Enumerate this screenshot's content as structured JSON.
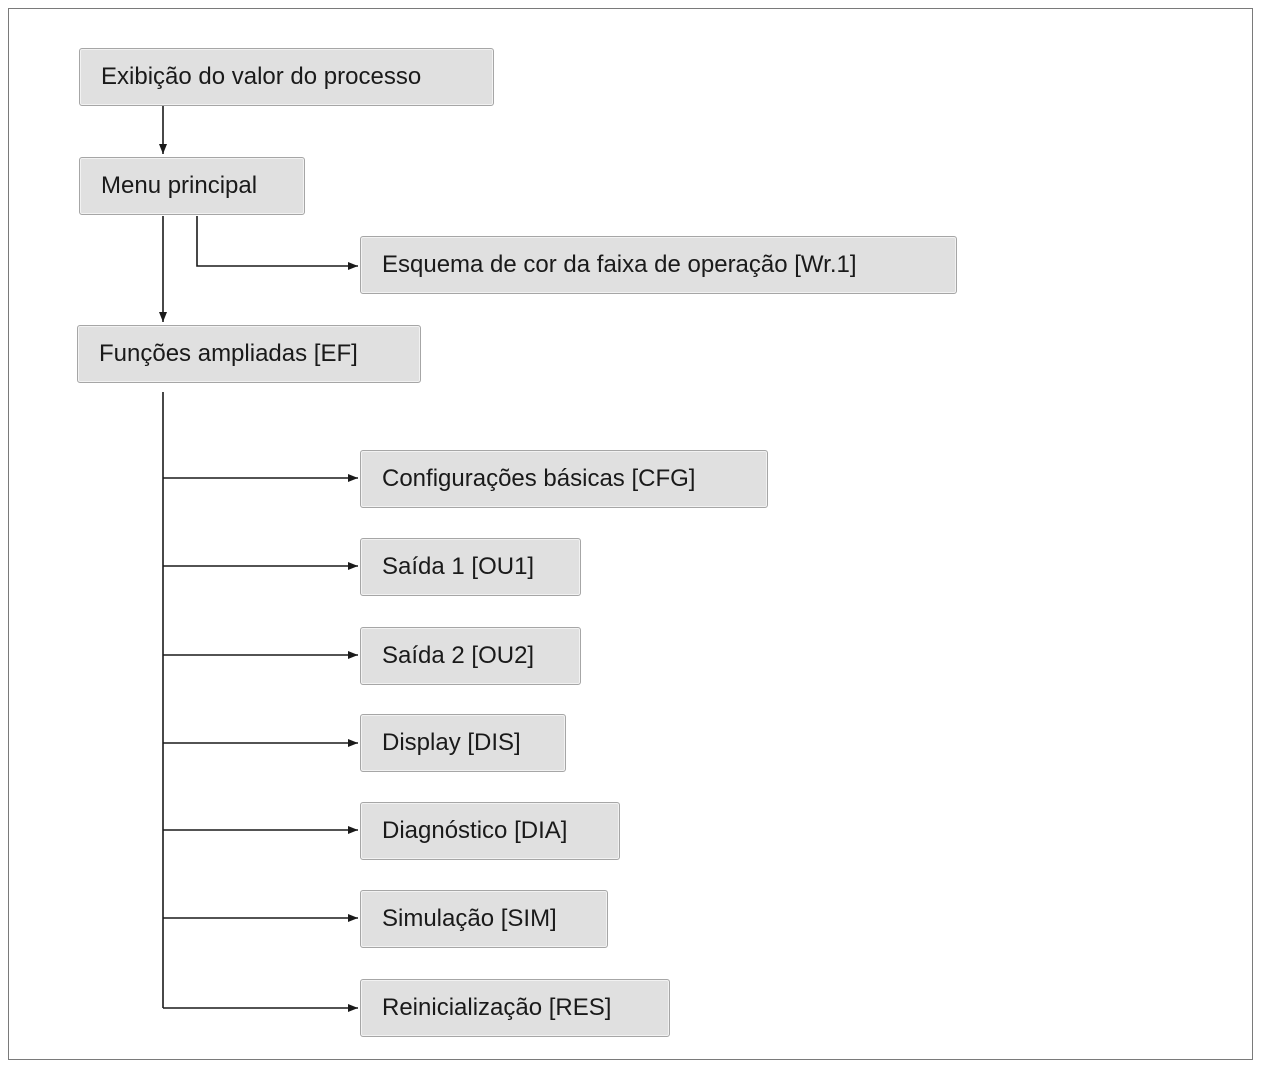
{
  "diagram": {
    "nodes": {
      "process_value": "Exibição do valor do processo",
      "main_menu": "Menu principal",
      "color_scheme": "Esquema de cor da faixa de operação [Wr.1]",
      "extended_functions": "Funções ampliadas [EF]",
      "basic_settings": "Configurações básicas [CFG]",
      "output_1": "Saída 1 [OU1]",
      "output_2": "Saída 2 [OU2]",
      "display": "Display [DIS]",
      "diagnostics": "Diagnóstico [DIA]",
      "simulation": "Simulação [SIM]",
      "reset": "Reinicialização [RES]"
    }
  }
}
